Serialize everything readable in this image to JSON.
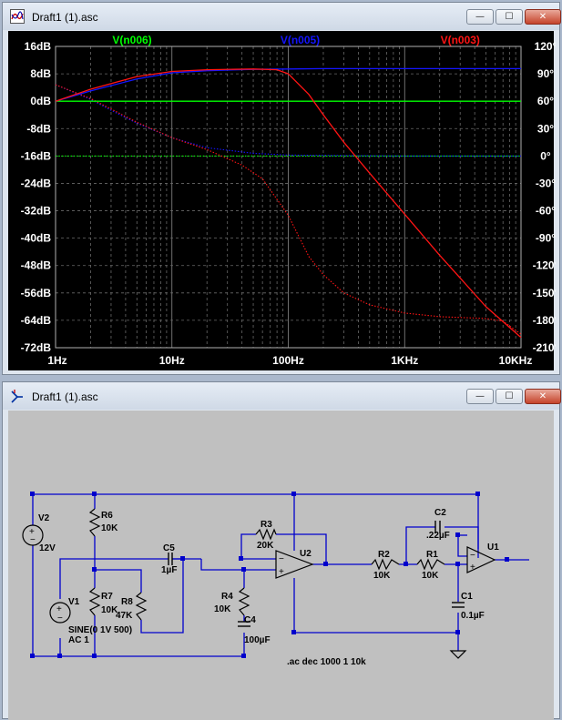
{
  "plot_window": {
    "title": "Draft1 (1).asc",
    "buttons": {
      "minimize": "—",
      "maximize": "☐",
      "close": "✕"
    }
  },
  "schematic_window": {
    "title": "Draft1 (1).asc",
    "buttons": {
      "minimize": "—",
      "maximize": "☐",
      "close": "✕"
    }
  },
  "colors": {
    "green": "#00ff00",
    "blue": "#1414ff",
    "red": "#ff1414",
    "plot_bg": "#000000",
    "schem_bg": "#c0c0c0",
    "wire": "#0000cc"
  },
  "chart_data": {
    "type": "line",
    "x_scale": "log",
    "xlim": [
      1,
      10000
    ],
    "x_ticks": [
      {
        "value": 1,
        "label": "1Hz"
      },
      {
        "value": 10,
        "label": "10Hz"
      },
      {
        "value": 100,
        "label": "100Hz"
      },
      {
        "value": 1000,
        "label": "1KHz"
      },
      {
        "value": 10000,
        "label": "10KHz"
      }
    ],
    "y_left": {
      "lim": [
        -72,
        16
      ],
      "ticks": [
        "16dB",
        "8dB",
        "0dB",
        "-8dB",
        "-16dB",
        "-24dB",
        "-32dB",
        "-40dB",
        "-48dB",
        "-56dB",
        "-64dB",
        "-72dB"
      ],
      "values": [
        16,
        8,
        0,
        -8,
        -16,
        -24,
        -32,
        -40,
        -48,
        -56,
        -64,
        -72
      ]
    },
    "y_right": {
      "lim": [
        -210,
        120
      ],
      "ticks": [
        "120°",
        "90°",
        "60°",
        "30°",
        "0°",
        "-30°",
        "-60°",
        "-90°",
        "-120°",
        "-150°",
        "-180°",
        "-210°"
      ],
      "values": [
        120,
        90,
        60,
        30,
        0,
        -30,
        -60,
        -90,
        -120,
        -150,
        -180,
        -210
      ]
    },
    "grid": true,
    "series": [
      {
        "name": "V(n006)",
        "color": "#00ff00",
        "magnitude_db": [
          [
            1,
            0
          ],
          [
            10000,
            0
          ]
        ],
        "phase_deg": [
          [
            1,
            0
          ],
          [
            10000,
            0
          ]
        ]
      },
      {
        "name": "V(n005)",
        "color": "#1414ff",
        "magnitude_db": [
          [
            1,
            0
          ],
          [
            2,
            3
          ],
          [
            5,
            6.5
          ],
          [
            10,
            8.3
          ],
          [
            20,
            8.9
          ],
          [
            50,
            9.3
          ],
          [
            100,
            9.4
          ],
          [
            200,
            9.5
          ],
          [
            1000,
            9.5
          ],
          [
            10000,
            9.5
          ]
        ],
        "phase_deg": [
          [
            1,
            78
          ],
          [
            2,
            62
          ],
          [
            3,
            50
          ],
          [
            5,
            36
          ],
          [
            10,
            20
          ],
          [
            20,
            9
          ],
          [
            50,
            3
          ],
          [
            100,
            1
          ],
          [
            1000,
            0
          ],
          [
            10000,
            0
          ]
        ]
      },
      {
        "name": "V(n003)",
        "color": "#ff1414",
        "magnitude_db": [
          [
            1,
            0
          ],
          [
            2,
            3.5
          ],
          [
            5,
            7.2
          ],
          [
            10,
            8.7
          ],
          [
            20,
            9.2
          ],
          [
            50,
            9.4
          ],
          [
            80,
            9.2
          ],
          [
            100,
            8
          ],
          [
            150,
            2
          ],
          [
            200,
            -4
          ],
          [
            300,
            -12
          ],
          [
            500,
            -21
          ],
          [
            1000,
            -33
          ],
          [
            2000,
            -45
          ],
          [
            5000,
            -60
          ],
          [
            10000,
            -69
          ]
        ],
        "phase_deg": [
          [
            1,
            78
          ],
          [
            2,
            63
          ],
          [
            5,
            37
          ],
          [
            10,
            20
          ],
          [
            20,
            7
          ],
          [
            40,
            -10
          ],
          [
            60,
            -25
          ],
          [
            100,
            -65
          ],
          [
            150,
            -110
          ],
          [
            200,
            -130
          ],
          [
            300,
            -150
          ],
          [
            500,
            -163
          ],
          [
            1000,
            -172
          ],
          [
            2000,
            -176
          ],
          [
            5000,
            -178
          ],
          [
            7000,
            -181
          ],
          [
            10000,
            -195
          ]
        ]
      }
    ]
  },
  "schematic": {
    "labels": {
      "V2": "V2",
      "V2_val": "12V",
      "V1": "V1",
      "V1_val1": "SINE(0 1V 500)",
      "V1_val2": "AC 1",
      "R6": "R6",
      "R6_val": "10K",
      "R7": "R7",
      "R7_val": "10K",
      "R8": "R8",
      "R8_val": "47K",
      "C5": "C5",
      "C5_val": "1µF",
      "R3": "R3",
      "R3_val": "20K",
      "R4": "R4",
      "R4_val": "10K",
      "C4": "C4",
      "C4_val": "100µF",
      "U2": "U2",
      "R2": "R2",
      "R2_val": "10K",
      "R1": "R1",
      "R1_val": "10K",
      "C2": "C2",
      "C2_val": ".22µF",
      "C1": "C1",
      "C1_val": "0.1µF",
      "U1": "U1",
      "directive": ".ac dec 1000 1 10k"
    }
  }
}
